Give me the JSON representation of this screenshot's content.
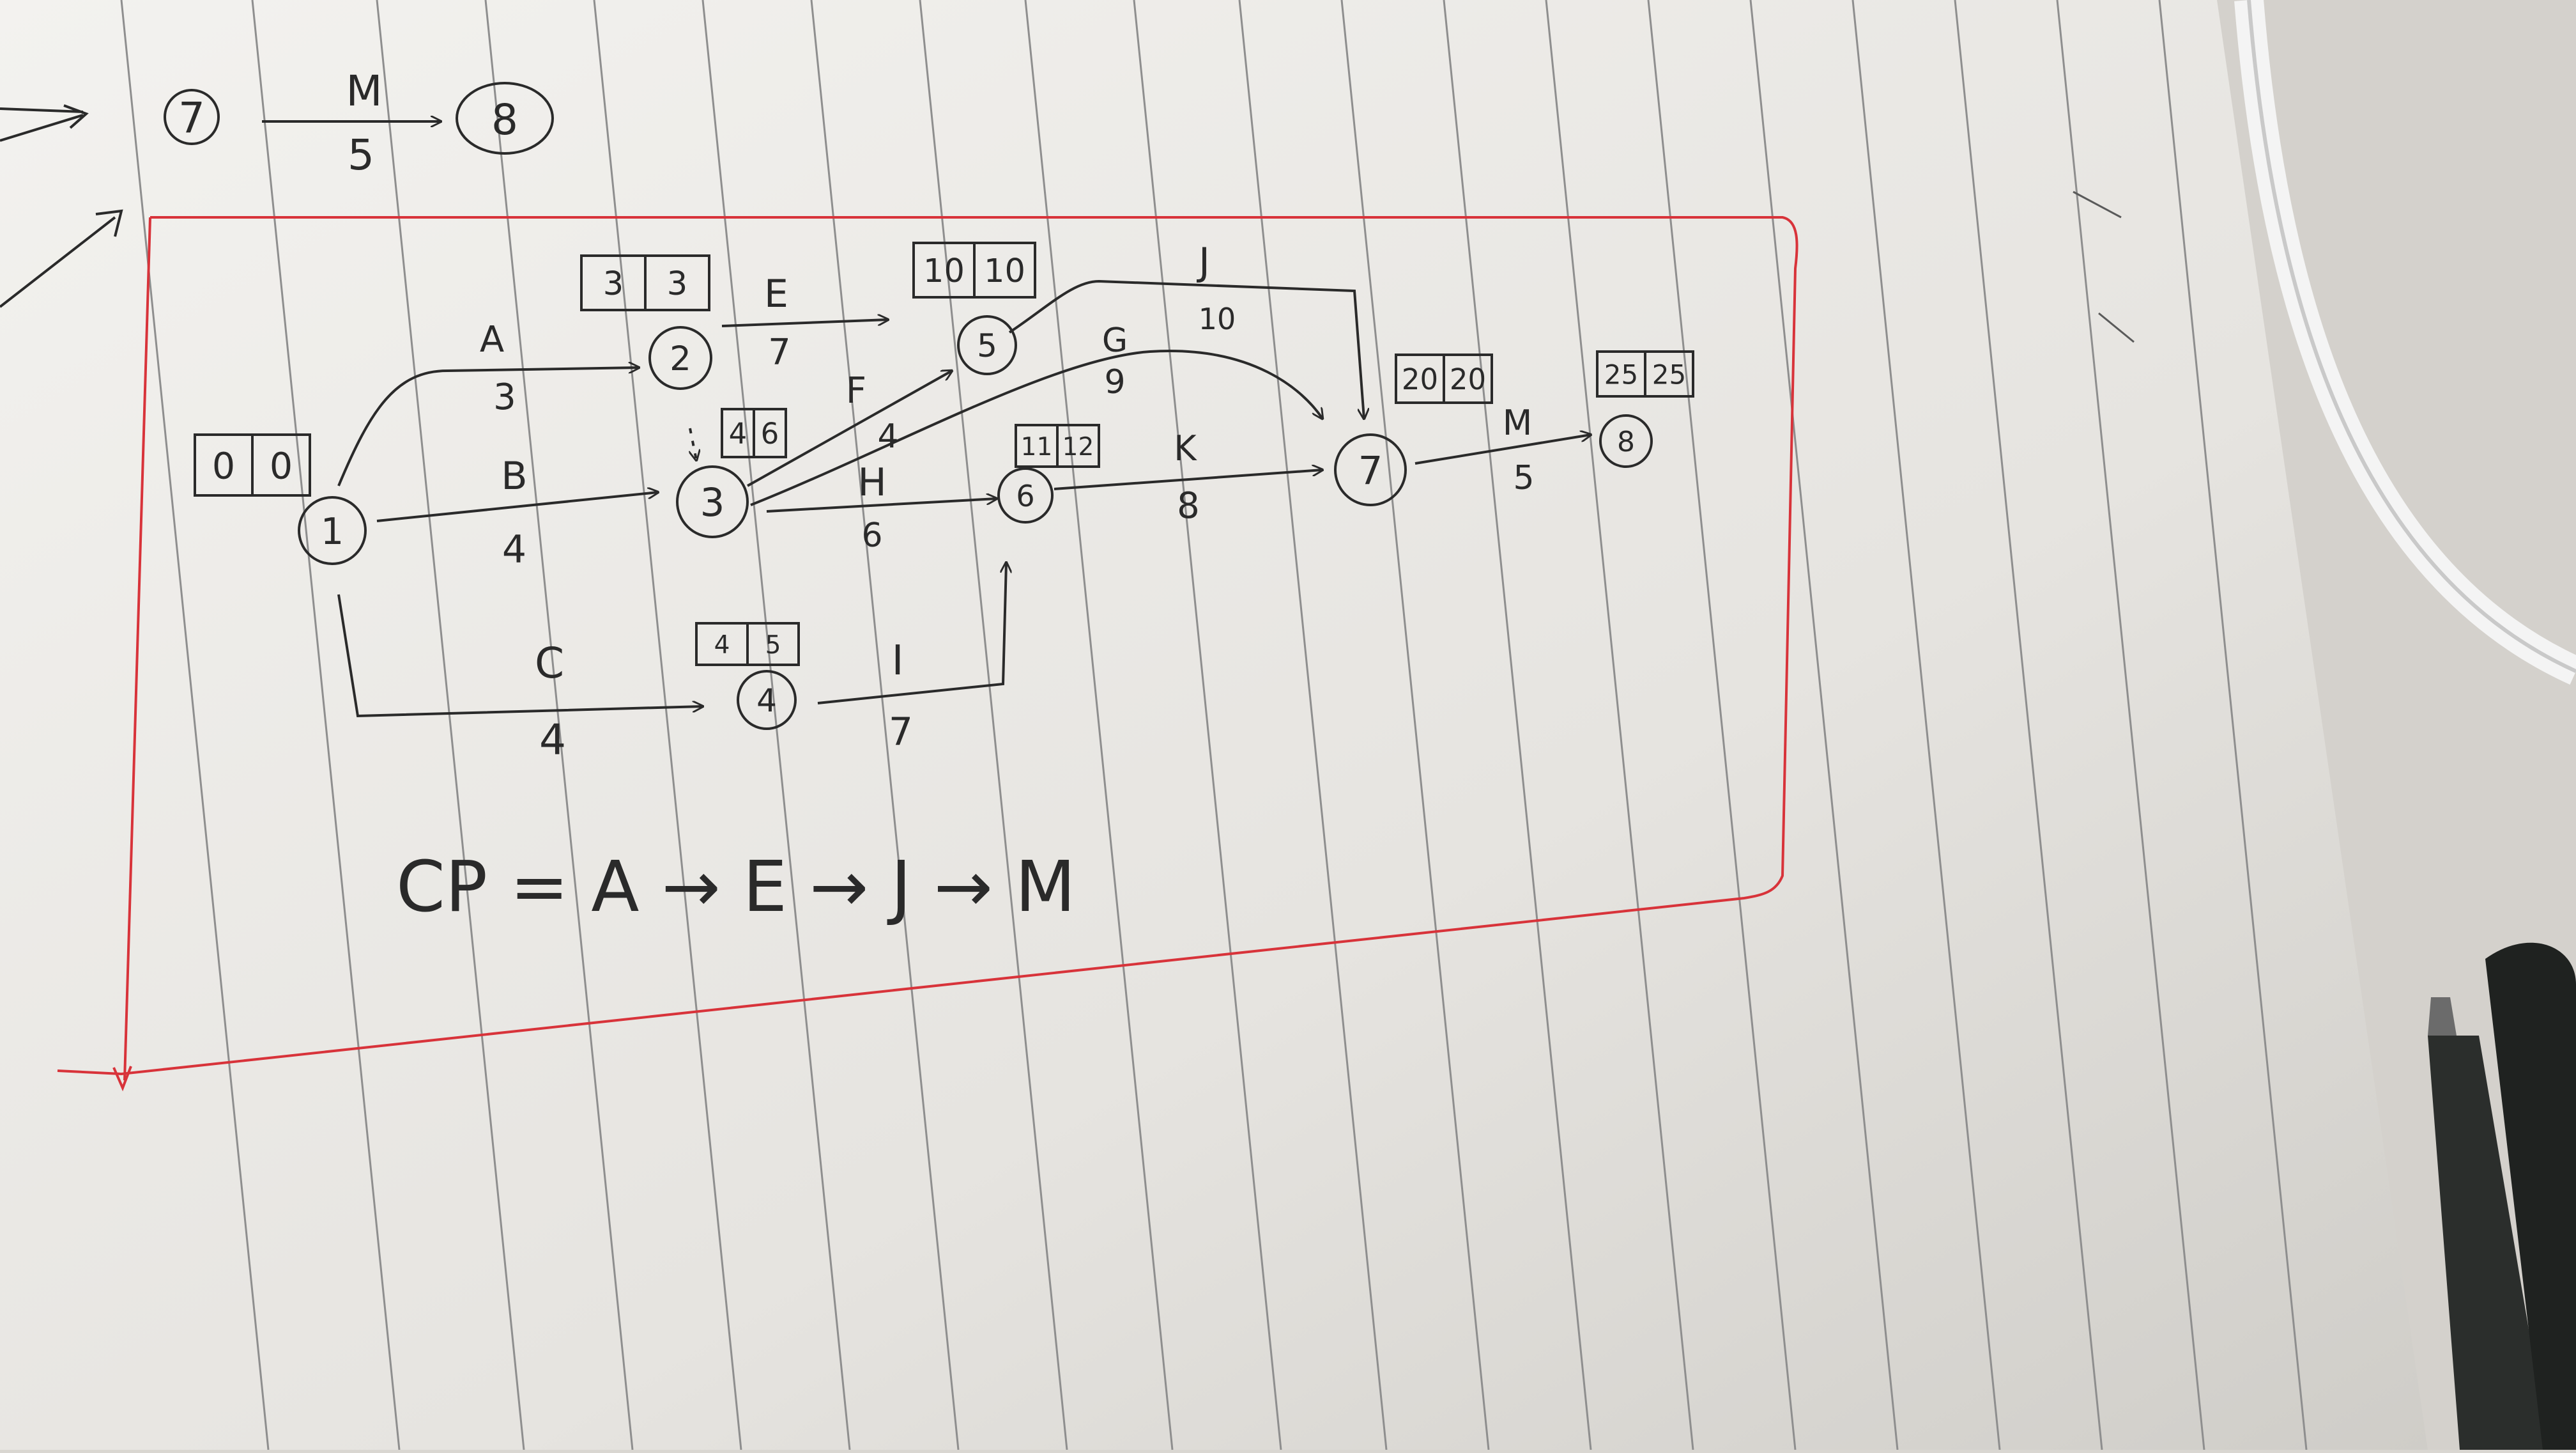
{
  "top_fragment": {
    "node_from": "7",
    "node_to": "8",
    "activity": "M",
    "duration": "5"
  },
  "nodes": [
    {
      "id": "1",
      "es": "0",
      "ls": "0"
    },
    {
      "id": "2",
      "es": "3",
      "ls": "3"
    },
    {
      "id": "3",
      "es": "4",
      "ls": "6"
    },
    {
      "id": "4",
      "es": "4",
      "ls": "5"
    },
    {
      "id": "5",
      "es": "10",
      "ls": "10"
    },
    {
      "id": "6",
      "es": "11",
      "ls": "12"
    },
    {
      "id": "7",
      "es": "20",
      "ls": "20"
    },
    {
      "id": "8",
      "es": "25",
      "ls": "25"
    }
  ],
  "activities": [
    {
      "label": "A",
      "duration": "3"
    },
    {
      "label": "B",
      "duration": "4"
    },
    {
      "label": "C",
      "duration": "4"
    },
    {
      "label": "E",
      "duration": "7"
    },
    {
      "label": "F",
      "duration": "4"
    },
    {
      "label": "G",
      "duration": "9"
    },
    {
      "label": "H",
      "duration": "6"
    },
    {
      "label": "I",
      "duration": "7"
    },
    {
      "label": "J",
      "duration": "10"
    },
    {
      "label": "K",
      "duration": "8"
    },
    {
      "label": "M",
      "duration": "5"
    }
  ],
  "critical_path": "CP = A → E → J → M",
  "colors": {
    "paper": "#ecebe7",
    "rule_line": "#8e8e8e",
    "ink": "#2a2a2a",
    "red_ink": "#d8333a",
    "background": "#d9d6d1"
  }
}
